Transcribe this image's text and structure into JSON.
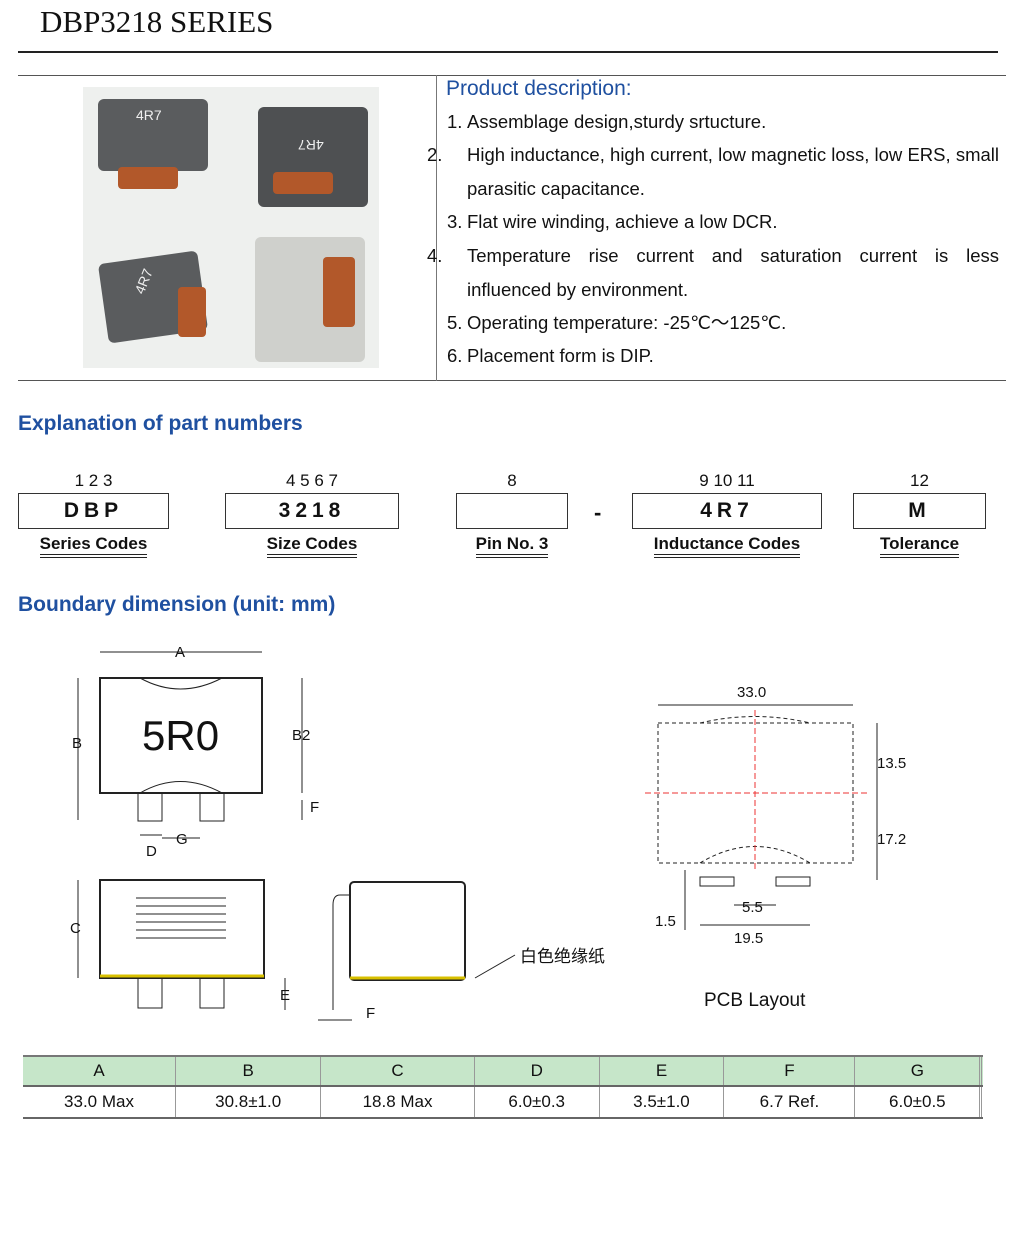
{
  "title": "DBP3218 SERIES",
  "description": {
    "heading": "Product description:",
    "items": [
      {
        "n": "1.",
        "text": "Assemblage design,sturdy srtucture."
      },
      {
        "n": "2.",
        "text": "High inductance, high current, low magnetic loss, low ERS, small parasitic capacitance."
      },
      {
        "n": "3.",
        "text": "Flat wire winding, achieve a low DCR."
      },
      {
        "n": "4.",
        "text": "Temperature rise current and saturation current is less influenced by environment."
      },
      {
        "n": "5.",
        "text": "Operating temperature: -25℃～125℃."
      },
      {
        "n": "6.",
        "text": "Placement form is DIP."
      }
    ],
    "photo_marking": "4R7"
  },
  "part_numbers": {
    "heading": "Explanation of part numbers",
    "separator": "-",
    "fields": [
      {
        "positions": "1 2 3",
        "code": "DBP",
        "label": "Series Codes"
      },
      {
        "positions": "4 5 6 7",
        "code": "3218",
        "label": "Size Codes"
      },
      {
        "positions": "8",
        "code": "",
        "label": "Pin No. 3"
      },
      {
        "positions": "9 10 11",
        "code": "4R7",
        "label": "Inductance Codes"
      },
      {
        "positions": "12",
        "code": "M",
        "label": "Tolerance"
      }
    ]
  },
  "dimension": {
    "heading": "Boundary dimension (unit: mm)",
    "marking": "5R0",
    "labels": {
      "A": "A",
      "B": "B",
      "B2": "B2",
      "C": "C",
      "D": "D",
      "E": "E",
      "F": "F",
      "G": "G"
    },
    "insulation_note": "白色绝缘纸",
    "pcb": {
      "title": "PCB Layout",
      "w": "33.0",
      "h1": "13.5",
      "h2": "17.2",
      "pad": "1.5",
      "gap": "5.5",
      "span": "19.5"
    }
  },
  "table": {
    "headers": [
      "A",
      "B",
      "C",
      "D",
      "E",
      "F",
      "G",
      "",
      ""
    ],
    "values": [
      "33.0 Max",
      "30.8±1.0",
      "18.8 Max",
      "6.0±0.3",
      "3.5±1.0",
      "6.7 Ref.",
      "6.0±0.5",
      "",
      ""
    ]
  }
}
